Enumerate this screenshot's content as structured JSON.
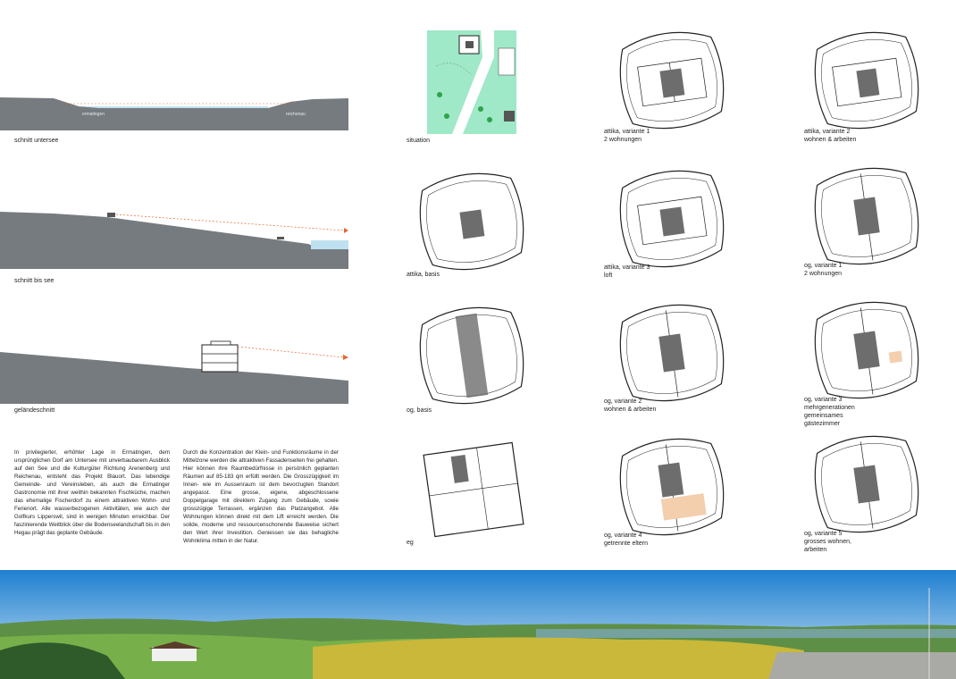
{
  "sections": [
    {
      "caption": "schnitt untersee",
      "labels": [
        "ermatingen",
        "reichenau"
      ]
    },
    {
      "caption": "schnitt bis see"
    },
    {
      "caption": "geländeschnitt"
    }
  ],
  "site": {
    "caption": "situation"
  },
  "plans": [
    {
      "lines": [
        "attika,  variante 1",
        "2 wohnungen"
      ]
    },
    {
      "lines": [
        "attika,  variante 2",
        "wohnen & arbeiten"
      ]
    },
    {
      "lines": [
        "attika,  basis"
      ]
    },
    {
      "lines": [
        "attika,  variante 3",
        "loft"
      ]
    },
    {
      "lines": [
        "og,  variante 1",
        "2 wohnungen"
      ]
    },
    {
      "lines": [
        "og,  basis"
      ]
    },
    {
      "lines": [
        "og,  variante 2",
        "wohnen & arbeiten"
      ]
    },
    {
      "lines": [
        "og,  variante 3",
        "mehrgenerationen",
        "gemeinsames",
        "gästezimmer"
      ]
    },
    {
      "lines": [
        "eg"
      ]
    },
    {
      "lines": [
        "og,  variante 4",
        "getrennte eltern"
      ]
    },
    {
      "lines": [
        "og,  variante 5",
        "grosses wohnen,",
        "arbeiten"
      ]
    }
  ],
  "text": {
    "col1": "In privilegierter, erhöhter Lage in Ermatingen, dem ursprünglichen Dorf am Untersee mit unverbaubarem Ausblick auf den See und die Kulturgüter Richtung Arenenberg und Reichenau, entsteht das Projekt Blauort. Das lebendige Gemeinde- und Vereinsleben, als auch die Ermatinger Gastronomie mit ihrer weithin bekannten Fischküche, machen das ehemalige Fischerdorf zu einem attraktiven Wohn- und Ferienort. Alle wasserbezogenen Aktivitäten, wie auch der Golfkurs Lipperswil, sind in wenigen Minuten erreichbar. Der faszinierende Weitblick über die Bodenseelandschaft bis in den Hegau prägt das geplante Gebäude.",
    "col2": "Durch die Konzentration der Klein- und Funktionsräume in der Mittelzone werden die attraktiven Fassadenseiten frei gehalten. Hier können ihre Raumbedürfnisse in persönlich geplanten Räumen auf 85-183 qm erfüllt werden. Die Grosszügigkeit im Innen- wie im Aussenraum ist dem bevorzugten Standort angepasst. Eine grosse, eigene, abgeschlossene Doppelgarage mit direktem Zugang zum Gebäude, sowie grosszügige Terrassen, ergänzen das Platzangebot. Alle Wohnungen können direkt mit dem Lift erreicht werden. Die solide, moderne und ressourcenschonende Bauweise sichert den Wert ihrer Investition. Geniessen sie das behagliche Wohnklima mitten in der Natur."
  },
  "colors": {
    "water": "#bfe1ef",
    "ground": "#767b80",
    "arrow": "#e8642b",
    "site": "#9fe8c8",
    "core": "#6d6d6d",
    "sky": "#2d8ad6",
    "field": "#c9b83a"
  }
}
